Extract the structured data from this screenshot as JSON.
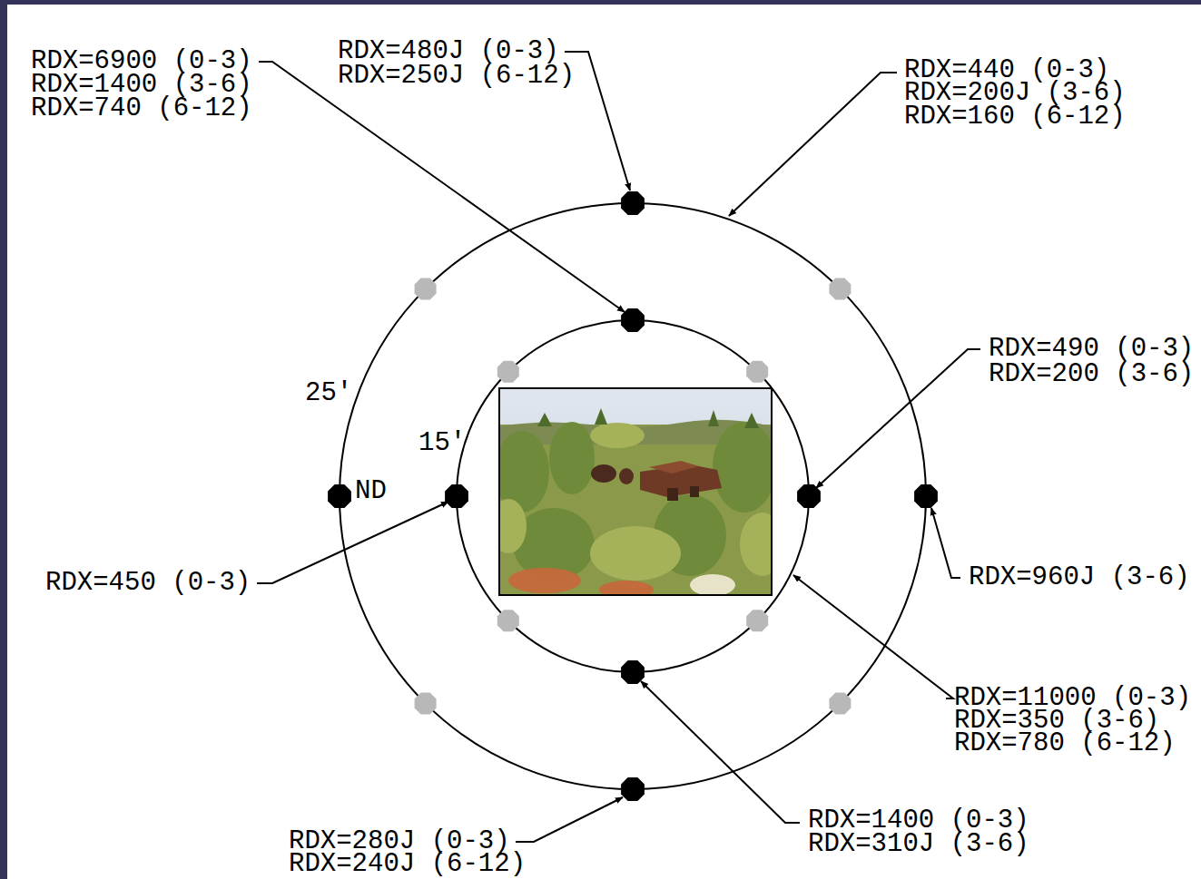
{
  "diagram": {
    "labels": [
      "RDX=6900 (0-3)",
      "RDX=1400 (3-6)",
      "RDX=740 (6-12)",
      "RDX=480J (0-3)",
      "RDX=250J (6-12)",
      "RDX=440 (0-3)",
      "RDX=200J (3-6)",
      "RDX=160 (6-12)",
      "RDX=490 (0-3)",
      "RDX=200 (3-6)",
      "RDX=450 (0-3)",
      "RDX=960J (3-6)",
      "RDX=11000 (0-3)",
      "RDX=350 (3-6)",
      "RDX=780 (6-12)",
      "RDX=1400 (0-3)",
      "RDX=310J (3-6)",
      "RDX=280J (0-3)",
      "RDX=240J (6-12)",
      "25′",
      "15′",
      "ND"
    ]
  }
}
